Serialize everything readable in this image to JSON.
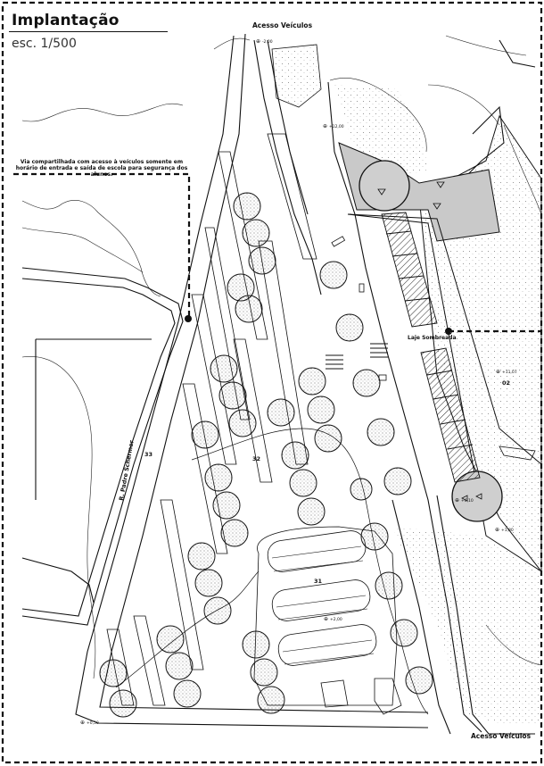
{
  "header": {
    "title": "Implantação",
    "scale": "esc. 1/500"
  },
  "note": "Via compartilhada com acesso à veículos somente em horário de entrada e saída de escola para segurança dos alunos.",
  "labels": {
    "access_top": "Acesso Veículos",
    "access_bottom": "Acesso Veículos",
    "laje": "Laje Sombreada",
    "block_33": "33",
    "block_32": "32",
    "block_31": "31",
    "block_02": "02",
    "street": "R. Padre Schermer"
  },
  "levels": {
    "l1": "-2,00",
    "l2": "+12,00",
    "l3": "+11,07",
    "l4": "+6,10",
    "l5": "+1,80",
    "l6": "+2,00",
    "l7": "+0,50"
  },
  "colors": {
    "line": "#111111",
    "tree_fill": "#ffffff",
    "paved_grey": "#c8c8c8",
    "stipple": "#555555"
  }
}
